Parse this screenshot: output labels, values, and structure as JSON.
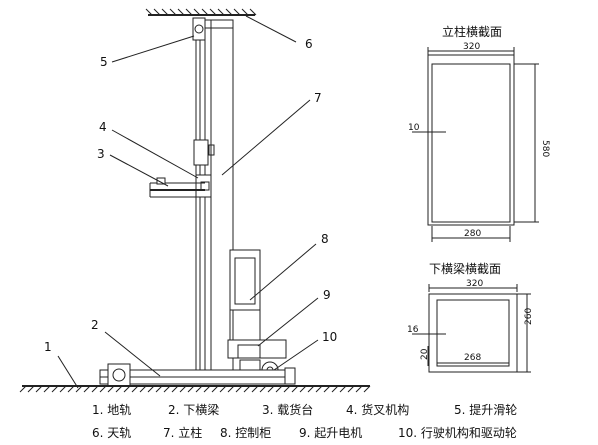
{
  "callouts": [
    {
      "id": "1"
    },
    {
      "id": "2"
    },
    {
      "id": "3"
    },
    {
      "id": "4"
    },
    {
      "id": "5"
    },
    {
      "id": "6"
    },
    {
      "id": "7"
    },
    {
      "id": "8"
    },
    {
      "id": "9"
    },
    {
      "id": "10"
    }
  ],
  "column_section": {
    "title": "立柱横截面",
    "width_top": "320",
    "height": "580",
    "wall": "10",
    "width_bottom": "280"
  },
  "beam_section": {
    "title": "下横梁横截面",
    "width_top": "320",
    "height": "260",
    "wall": "16",
    "inner": "20",
    "width_bottom": "268"
  },
  "legend": {
    "row1": [
      "1. 地轨",
      "2. 下横梁",
      "3. 载货台",
      "4. 货叉机构",
      "5. 提升滑轮"
    ],
    "row2": [
      "6. 天轨",
      "7. 立柱",
      "8. 控制柜",
      "9. 起升电机",
      "10. 行驶机构和驱动轮"
    ]
  }
}
